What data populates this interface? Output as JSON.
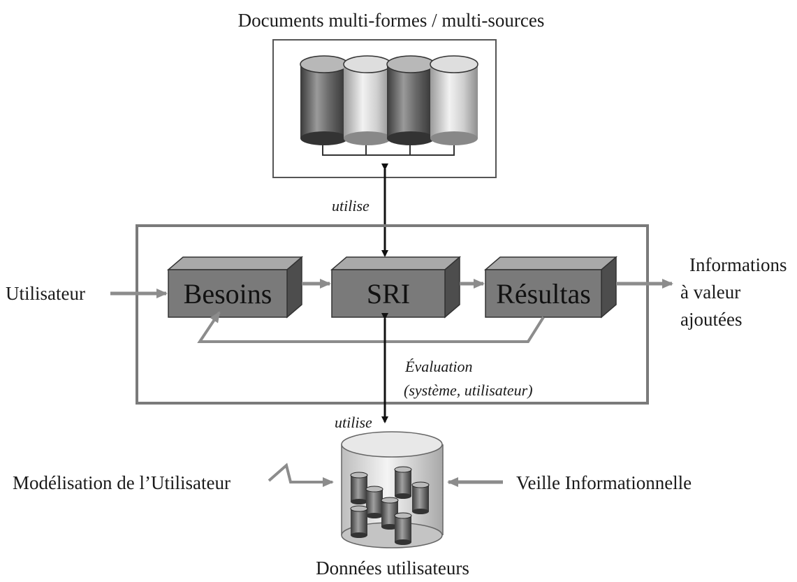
{
  "labels": {
    "top_title": "Documents multi-formes / multi-sources",
    "utilise_top": "utilise",
    "utilise_bottom": "utilise",
    "user_in": "Utilisateur",
    "output_line1": "Informations",
    "output_line2": "à valeur",
    "output_line3": "ajoutées",
    "evaluation_line1": "Évaluation",
    "evaluation_line2": "(système, utilisateur)",
    "modelisation": "Modélisation de l’Utilisateur",
    "veille": "Veille Informationnelle",
    "donnees": "Données utilisateurs"
  },
  "process_boxes": {
    "besoins": "Besoins",
    "sri": "SRI",
    "resultats": "Résultas"
  },
  "colors": {
    "box_face": "#7a7a7a",
    "box_top": "#a9a9a9",
    "box_side": "#4d4d4d",
    "arrow_gray": "#8c8c8c",
    "arrow_black": "#111111",
    "frame": "#7a7a7a"
  }
}
